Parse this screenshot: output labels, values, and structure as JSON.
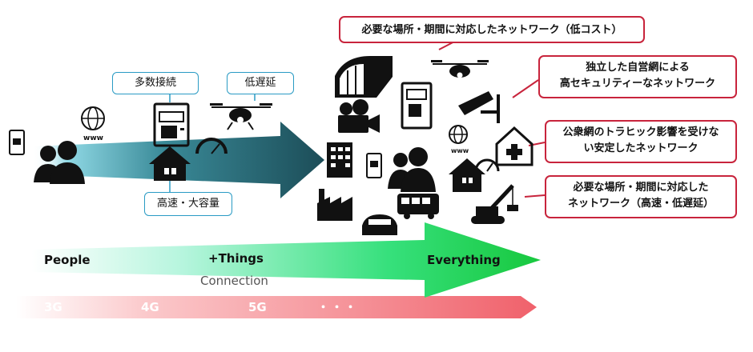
{
  "callouts": {
    "low_cost": "必要な場所・期間に対応したネットワーク（低コスト）",
    "security_line1": "独立した自営網による",
    "security_line2": "高セキュリティーなネットワーク",
    "stable_line1": "公衆網のトラヒック影響を受けな",
    "stable_line2": "い安定したネットワーク",
    "speed_line1": "必要な場所・期間に対応した",
    "speed_line2": "ネットワーク（高速・低遅延）"
  },
  "features": {
    "multi_connect": "多数接続",
    "low_latency": "低遅延",
    "high_speed": "高速・大容量"
  },
  "stages": {
    "people": "People",
    "things": "+Things",
    "everything": "Everything",
    "connection": "Connection"
  },
  "generations": [
    "3G",
    "4G",
    "5G",
    "・・・"
  ],
  "colors": {
    "dark_arrow": "#1f5560",
    "green_arrow": "#22d84a",
    "red_bar": "#f26f76",
    "callout_border": "#c8243c",
    "feature_border": "#2a9bc4"
  }
}
